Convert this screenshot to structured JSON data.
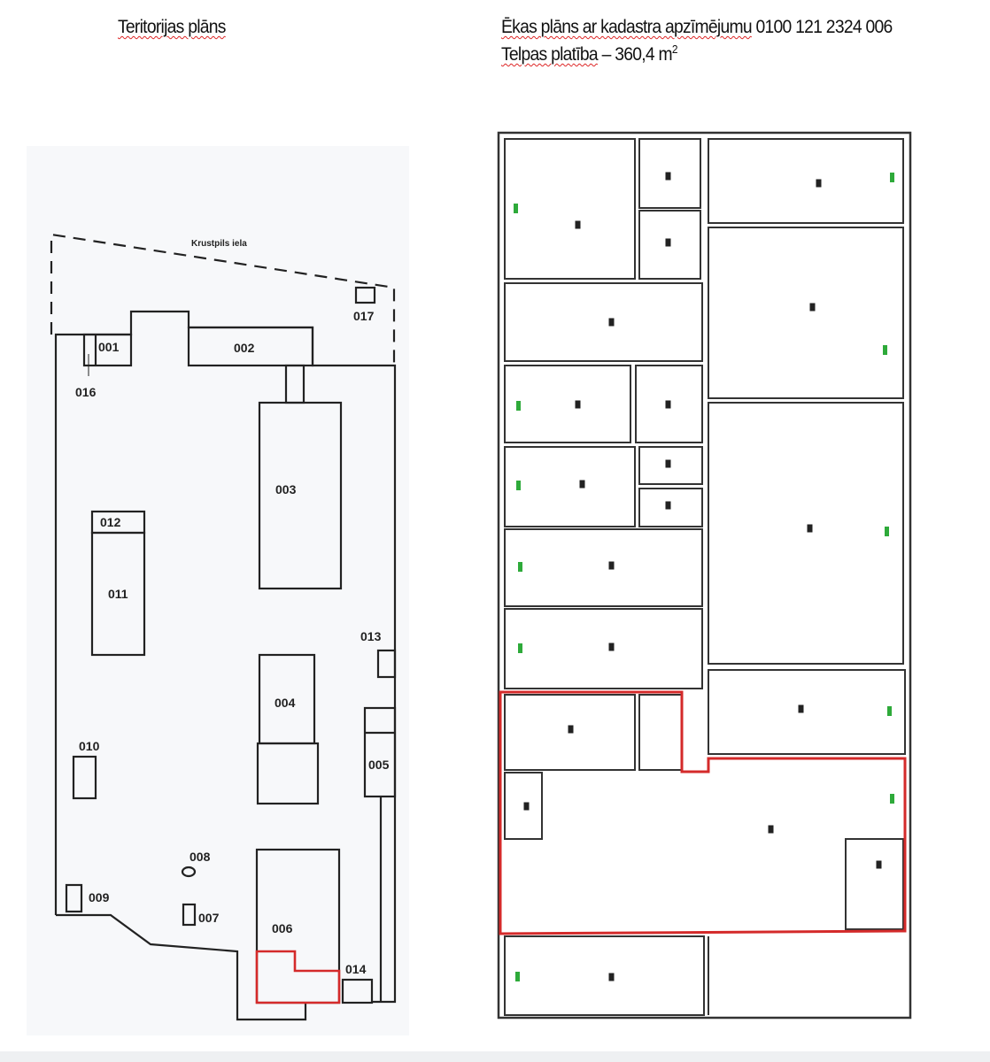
{
  "left": {
    "title": "Teritorijas plāns",
    "street_label": "Krustpils iela",
    "building_labels": [
      "001",
      "002",
      "003",
      "004",
      "005",
      "006",
      "007",
      "008",
      "009",
      "010",
      "011",
      "012",
      "013",
      "014",
      "016",
      "017"
    ]
  },
  "right": {
    "title_text": "Ēkas plāns ar kadastra apzīmējumu",
    "cadastre_number": "0100 121 2324 006",
    "area_label": "Telpas platība",
    "area_value": "– 360,4 m",
    "area_unit_sup": "2"
  },
  "colors": {
    "highlight": "#d42a2a",
    "marker": "#2eaa3a"
  }
}
